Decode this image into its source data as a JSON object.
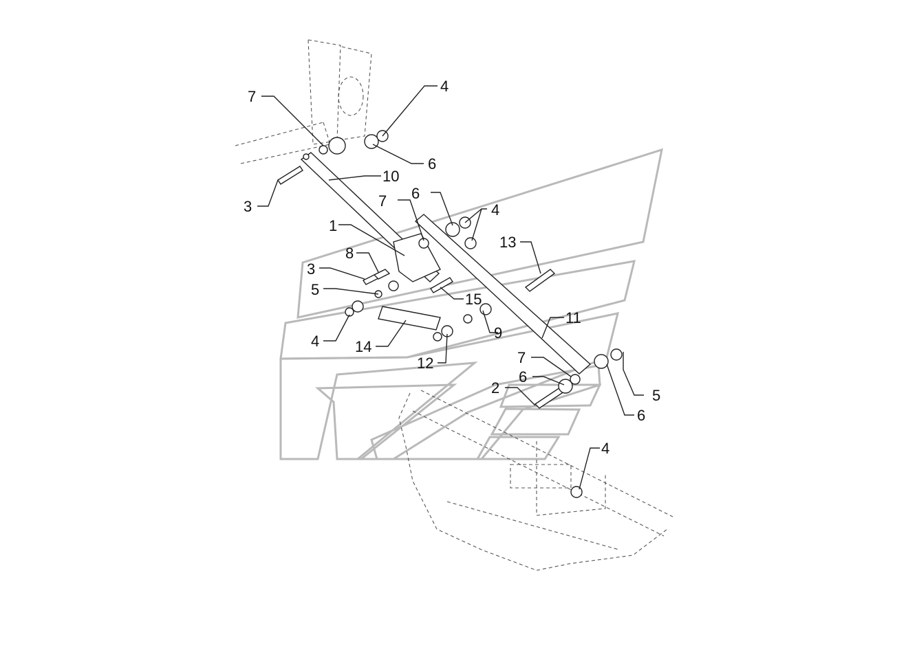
{
  "callouts": {
    "c_top_7": "7",
    "c_top_4": "4",
    "c_top_6": "6",
    "c_10": "10",
    "c_3a": "3",
    "c_mid_6": "6",
    "c_mid_7": "7",
    "c_mid_4": "4",
    "c_1": "1",
    "c_13": "13",
    "c_8": "8",
    "c_3b": "3",
    "c_5a": "5",
    "c_15": "15",
    "c_11": "11",
    "c_9": "9",
    "c_4b": "4",
    "c_14": "14",
    "c_12": "12",
    "c_7c": "7",
    "c_6c": "6",
    "c_2": "2",
    "c_5b": "5",
    "c_6d": "6",
    "c_4c": "4"
  }
}
